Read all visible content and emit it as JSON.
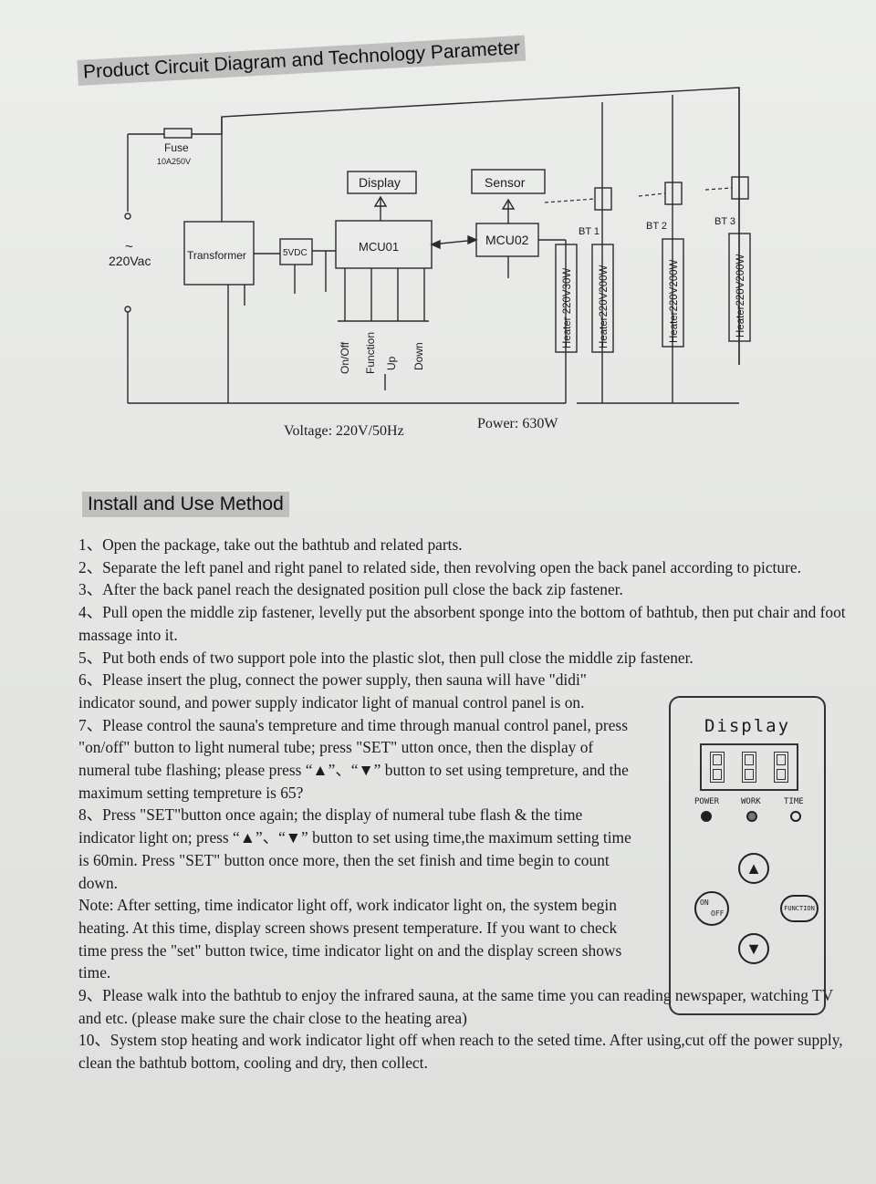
{
  "diagram": {
    "title": "Product Circuit Diagram and Technology Parameter",
    "fuse_label": "Fuse",
    "fuse_rating": "10A250V",
    "ac_symbol": "~",
    "input_label": "220Vac",
    "transformer": "Transformer",
    "dc_label": "5VDC",
    "mcu1": "MCU01",
    "mcu2": "MCU02",
    "display": "Display",
    "sensor": "Sensor",
    "switches": [
      "On/Off",
      "Function",
      "Up",
      "Down"
    ],
    "thermostats": [
      "BT 1",
      "BT 2",
      "BT 3"
    ],
    "heaters": [
      "Heater 220V30W",
      "Heater220V200W",
      "Heater220V200W",
      "Heater220V200W"
    ],
    "voltage_label": "Voltage:",
    "voltage_value": "220V/50Hz",
    "power_label": "Power:",
    "power_value": "630W"
  },
  "install": {
    "title": "Install and Use Method",
    "steps": [
      "1、Open the package, take out the bathtub and related parts.",
      "2、Separate the left panel and right panel to related side, then revolving open the back panel according to picture.",
      "3、After the back panel reach the designated position pull close the back zip fastener.",
      "4、Pull open the middle zip fastener, levelly put the absorbent sponge into the bottom of bathtub, then put chair and foot massage into it.",
      "5、Put both ends of two support pole into the plastic slot, then pull close the middle zip fastener.",
      "6、Please insert the plug, connect the power supply, then sauna will have \"didi\" indicator sound, and power supply indicator light of manual control panel is on.",
      "7、Please control the sauna's tempreture and time through manual control panel, press \"on/off\" button to light numeral tube; press \"SET\" utton once, then the display of numeral tube flashing; please press “▲”、“▼” button to set using tempreture, and the maximum setting tempreture is 65?",
      "8、Press \"SET\"button once again; the display of numeral tube flash & the time indicator light on; press “▲”、“▼” button to set using time,the maximum setting time is 60min. Press \"SET\" button once more, then the set finish and time begin to count down.",
      "Note: After setting, time indicator light off, work indicator light on, the system begin heating. At this time, display screen shows present temperature. If you want to check time press the \"set\" button twice, time indicator light on and the display screen shows time.",
      "9、Please walk into the bathtub to enjoy the infrared sauna, at the same time you can reading newspaper, watching TV and etc. (please make sure the chair close to the heating area)",
      "10、System stop heating and work indicator light off when reach to the seted time. After using,cut off the power supply, clean the bathtub bottom, cooling and dry, then collect."
    ]
  },
  "panel": {
    "title": "Display",
    "power": "POWER",
    "work": "WORK",
    "time": "TIME",
    "up": "▲",
    "down": "▼",
    "on": "ON",
    "off": "OFF",
    "function": "FUNCTION"
  }
}
